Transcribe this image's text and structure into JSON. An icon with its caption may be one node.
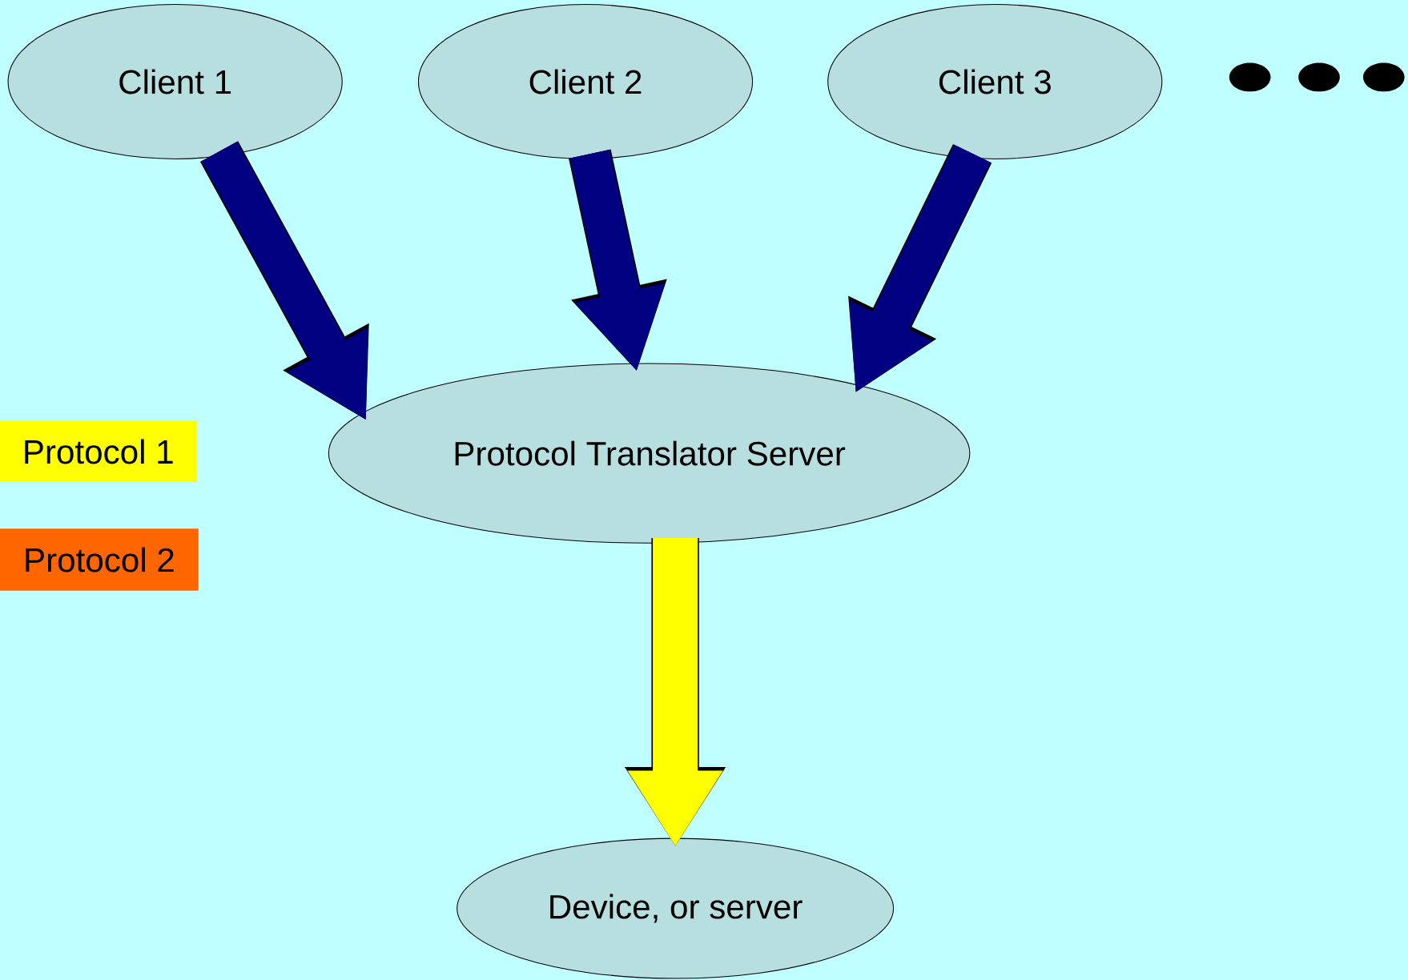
{
  "diagram": {
    "nodes": [
      {
        "text": [
          "Client 1"
        ]
      },
      {
        "text": [
          "Client 2"
        ]
      },
      {
        "text": [
          "Client 3"
        ]
      },
      {
        "text": [
          "Protocol Translator Server"
        ]
      },
      {
        "text": [
          "Device, or server"
        ]
      }
    ],
    "edges": [
      {
        "from": 0,
        "to": 3,
        "arrow": "to"
      },
      {
        "from": 1,
        "to": 3,
        "arrow": "to"
      },
      {
        "from": 2,
        "to": 3,
        "arrow": "to"
      },
      {
        "from": 3,
        "to": 4,
        "arrow": "to",
        "color": "#ffff00"
      }
    ],
    "legend": [
      {
        "text": "Protocol 1",
        "color": "#ffff00"
      },
      {
        "text": "Protocol 2",
        "color": "#ff6600"
      }
    ]
  }
}
